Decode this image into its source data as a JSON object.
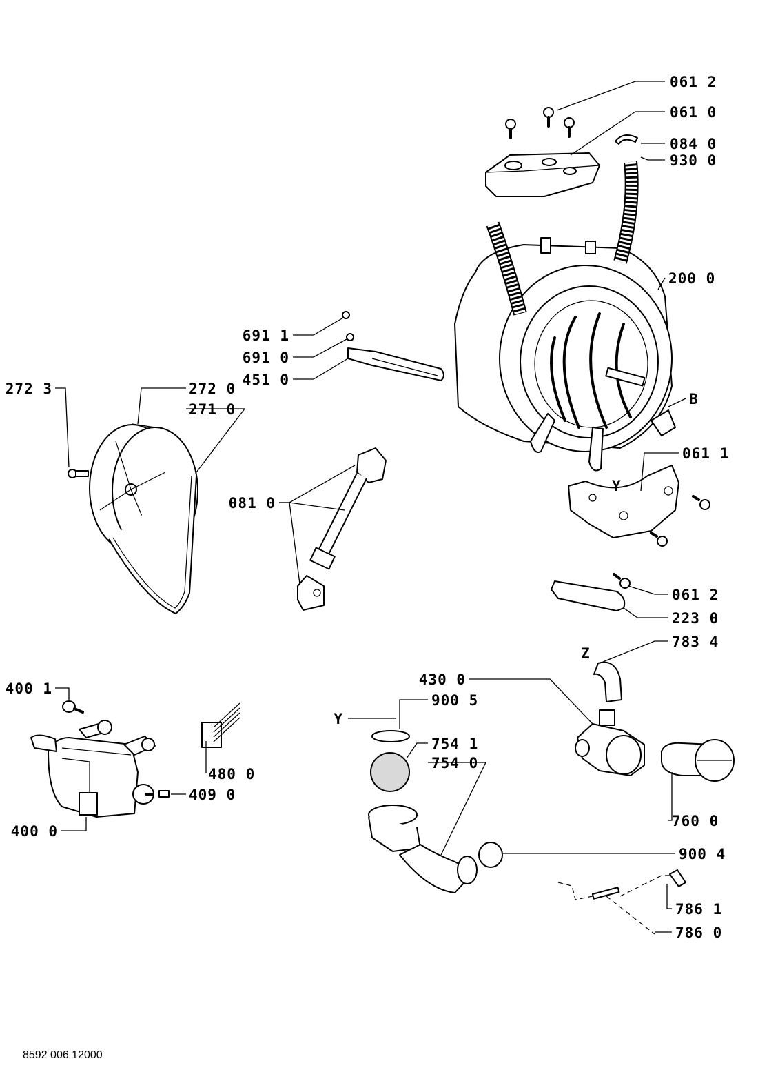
{
  "labels": {
    "l0612a": "061 2",
    "l0610": "061 0",
    "l0840": "084 0",
    "l9300": "930 0",
    "l2000": "200 0",
    "l6911": "691 1",
    "l6910": "691 0",
    "l4510": "451 0",
    "l2723": "272 3",
    "l2720": "272 0",
    "l2710": "271 0",
    "lB": "B",
    "l0611": "061 1",
    "lY1": "Y",
    "l0810": "081 0",
    "l0612b": "061 2",
    "l2230": "223 0",
    "l7834": "783 4",
    "lZ": "Z",
    "l4300": "430 0",
    "l9005": "900 5",
    "lY2": "Y",
    "l4001": "400 1",
    "l7541": "754 1",
    "l7540": "754 0",
    "l4800": "480 0",
    "l4090": "409 0",
    "l7600": "760 0",
    "l4000": "400 0",
    "l9004": "900 4",
    "l7861": "786 1",
    "l7860": "786 0"
  },
  "footer": {
    "doc_number": "8592 006 12000"
  }
}
